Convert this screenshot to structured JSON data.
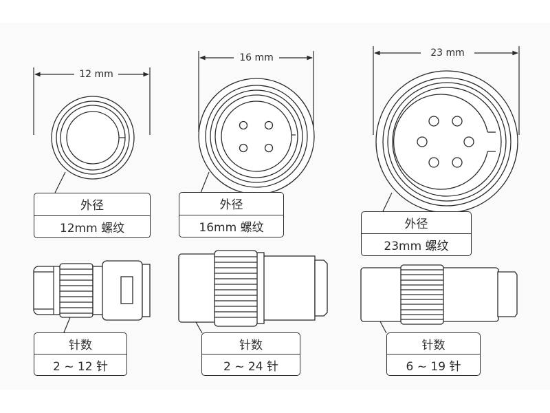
{
  "connectors": [
    {
      "id": "small",
      "dimension": "12 mm",
      "outer_label": "外径",
      "thread_label": "12mm 螺纹",
      "pin_title": "针数",
      "pin_range": "2 ~ 12 针",
      "pin_count_face": 0
    },
    {
      "id": "medium",
      "dimension": "16 mm",
      "outer_label": "外径",
      "thread_label": "16mm 螺纹",
      "pin_title": "针数",
      "pin_range": "2 ~ 24 针",
      "pin_count_face": 4
    },
    {
      "id": "large",
      "dimension": "23 mm",
      "outer_label": "外径",
      "thread_label": "23mm 螺纹",
      "pin_title": "针数",
      "pin_range": "6 ~ 19 针",
      "pin_count_face": 6
    }
  ],
  "colors": {
    "line": "#2a2a2a",
    "band_background": "#fafafa",
    "page_background": "#ffffff"
  }
}
